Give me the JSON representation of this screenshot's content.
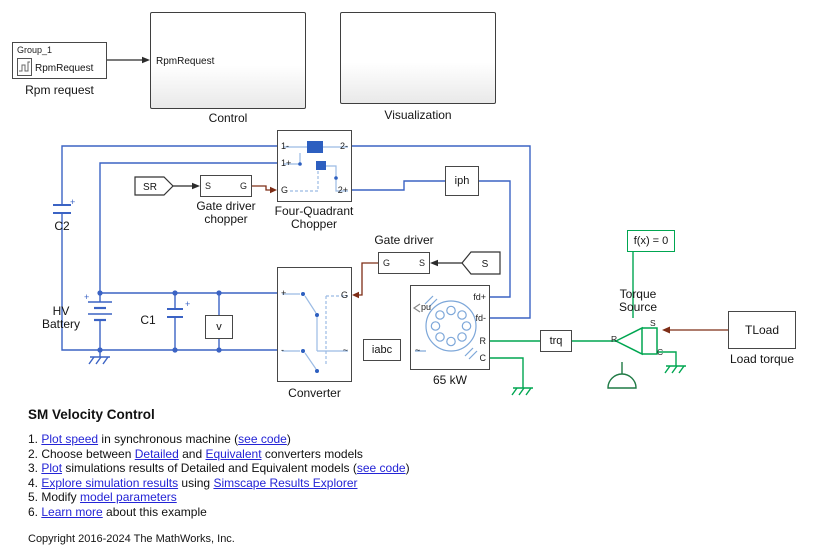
{
  "colors": {
    "wire_electrical": "#3b63c4",
    "wire_mechanical": "#00a651",
    "wire_signal": "#7e2d16",
    "link": "#2424d6",
    "block_border": "#474747"
  },
  "top": {
    "rpm_request": {
      "group": "Group_1",
      "signal": "RpmRequest",
      "label": "Rpm request"
    },
    "control": {
      "port": "RpmRequest",
      "label": "Control"
    },
    "visualization": {
      "label": "Visualization"
    }
  },
  "circuit": {
    "sr_tag": "SR",
    "s_tag": "S",
    "plus": "+",
    "gate_driver_chopper": {
      "ports": [
        "S",
        "G"
      ],
      "label": "Gate driver\nchopper"
    },
    "chopper": {
      "ports": [
        "1-",
        "1+",
        "G",
        "2-",
        "2+"
      ],
      "label": "Four-Quadrant\nChopper"
    },
    "iph": "iph",
    "c2": "C2",
    "c1": "C1",
    "hv_battery": "HV\nBattery",
    "v": "v",
    "gate_driver": {
      "title": "Gate driver",
      "ports": [
        "G",
        "S"
      ]
    },
    "converter": {
      "ports": [
        "+",
        "-",
        "G",
        "~"
      ],
      "label": "Converter"
    },
    "iabc": "iabc",
    "motor": {
      "ports": [
        "pu",
        "~",
        "fd+",
        "fd-",
        "R",
        "C"
      ],
      "label": "65 kW"
    },
    "trq": "trq",
    "solver": "f(x) = 0",
    "torque_source": {
      "label": "Torque\nSource",
      "ports": [
        "S",
        "R",
        "C"
      ]
    },
    "tload": {
      "text": "TLoad",
      "label": "Load torque"
    }
  },
  "notes": {
    "heading": "SM Velocity Control",
    "items": [
      {
        "segments": [
          {
            "text": "1. "
          },
          {
            "text": "Plot speed",
            "link": true
          },
          {
            "text": " in synchronous machine ("
          },
          {
            "text": "see code",
            "link": true
          },
          {
            "text": ")"
          }
        ]
      },
      {
        "segments": [
          {
            "text": "2. Choose between "
          },
          {
            "text": "Detailed",
            "link": true
          },
          {
            "text": " and "
          },
          {
            "text": "Equivalent",
            "link": true
          },
          {
            "text": " converters models"
          }
        ]
      },
      {
        "segments": [
          {
            "text": "3. "
          },
          {
            "text": "Plot",
            "link": true
          },
          {
            "text": " simulations results of Detailed and Equivalent models ("
          },
          {
            "text": "see code",
            "link": true
          },
          {
            "text": ")"
          }
        ]
      },
      {
        "segments": [
          {
            "text": "4. "
          },
          {
            "text": "Explore simulation results",
            "link": true
          },
          {
            "text": " using "
          },
          {
            "text": "Simscape Results Explorer",
            "link": true
          }
        ]
      },
      {
        "segments": [
          {
            "text": "5. Modify "
          },
          {
            "text": "model parameters",
            "link": true
          }
        ]
      },
      {
        "segments": [
          {
            "text": "6. "
          },
          {
            "text": "Learn more",
            "link": true
          },
          {
            "text": " about this example"
          }
        ]
      }
    ],
    "copyright": "Copyright 2016-2024 The MathWorks, Inc."
  }
}
